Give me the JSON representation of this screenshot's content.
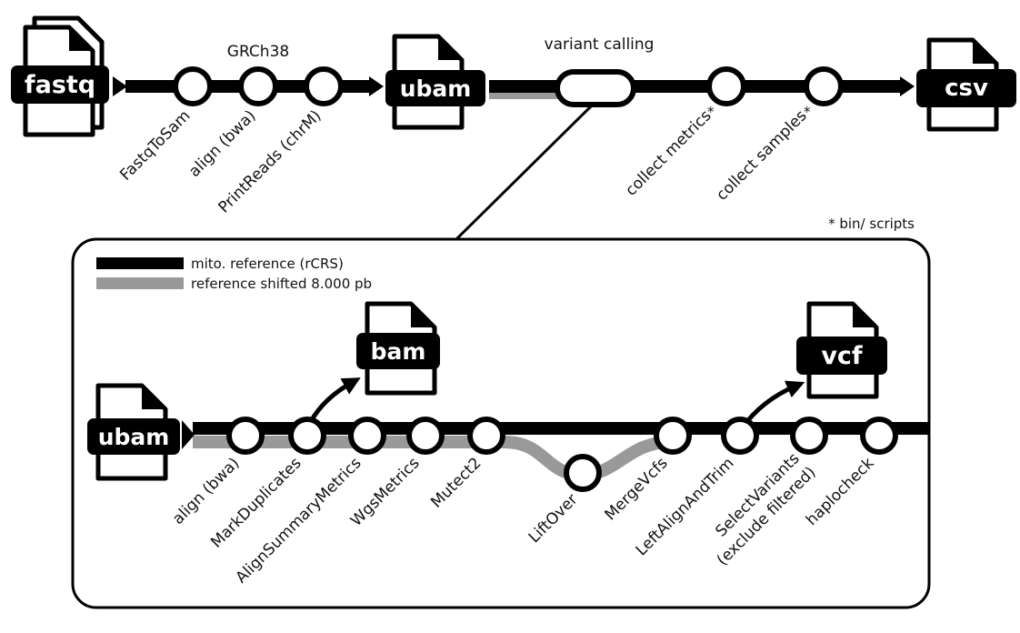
{
  "top": {
    "input_file": "fastq",
    "reference_label": "GRCh38",
    "steps": [
      "FastqToSam",
      "align (bwa)",
      "PrintReads (chrM)"
    ],
    "intermediate_file": "ubam",
    "variant_calling_label": "variant calling",
    "post_steps": [
      "collect metrics",
      "collect samples"
    ],
    "asterisk": "*",
    "output_file": "csv",
    "footnote": "* bin/ scripts"
  },
  "detail": {
    "legend": [
      {
        "label": "mito. reference (rCRS)",
        "color": "#000000"
      },
      {
        "label": "reference shifted 8.000 pb",
        "color": "#999999"
      }
    ],
    "input_file": "ubam",
    "bam_file": "bam",
    "vcf_file": "vcf",
    "steps": [
      {
        "label": "align (bwa)"
      },
      {
        "label": "MarkDuplicates"
      },
      {
        "label": "AlignSummaryMetrics"
      },
      {
        "label": "WgsMetrics"
      },
      {
        "label": "Mutect2"
      },
      {
        "label": "LiftOver"
      },
      {
        "label": "MergeVcfs"
      },
      {
        "label": "LeftAlignAndTrim"
      },
      {
        "label": "SelectVariants",
        "label2": "(exclude filtered)"
      },
      {
        "label": "haplocheck"
      }
    ]
  },
  "colors": {
    "main_line": "#000000",
    "shifted_line": "#999999",
    "background": "#ffffff"
  }
}
